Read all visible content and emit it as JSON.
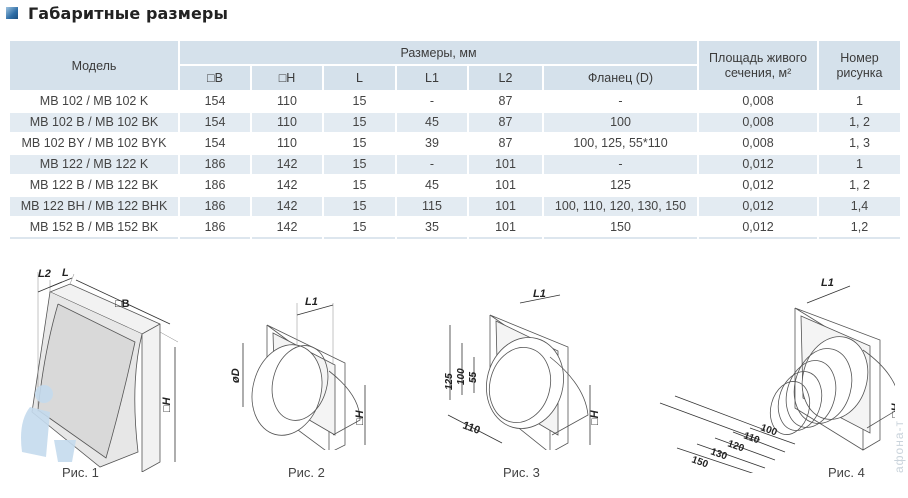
{
  "heading": {
    "icon": "blue-square-bullet-icon",
    "title": "Габаритные размеры"
  },
  "table": {
    "header": {
      "model": "Модель",
      "dimensions_group": "Размеры, мм",
      "columns": [
        "□B",
        "□H",
        "L",
        "L1",
        "L2",
        "Фланец (D)"
      ],
      "area": "Площадь живого сечения, м²",
      "figure": "Номер рисунка"
    },
    "rows": [
      {
        "model": "MB 102 / MB 102 K",
        "B": "154",
        "H": "110",
        "L": "15",
        "L1": "-",
        "L2": "87",
        "flange": "-",
        "area": "0,008",
        "figure": "1"
      },
      {
        "model": "MB 102 B / MB 102 BK",
        "B": "154",
        "H": "110",
        "L": "15",
        "L1": "45",
        "L2": "87",
        "flange": "100",
        "area": "0,008",
        "figure": "1, 2"
      },
      {
        "model": "MB 102 BY / MB 102 BYK",
        "B": "154",
        "H": "110",
        "L": "15",
        "L1": "39",
        "L2": "87",
        "flange": "100, 125, 55*110",
        "area": "0,008",
        "figure": "1, 3"
      },
      {
        "model": "MB 122 / MB 122 K",
        "B": "186",
        "H": "142",
        "L": "15",
        "L1": "-",
        "L2": "101",
        "flange": "-",
        "area": "0,012",
        "figure": "1"
      },
      {
        "model": "MB 122 B / MB 122 BK",
        "B": "186",
        "H": "142",
        "L": "15",
        "L1": "45",
        "L2": "101",
        "flange": "125",
        "area": "0,012",
        "figure": "1, 2"
      },
      {
        "model": "MB 122 BH / MB 122 BHK",
        "B": "186",
        "H": "142",
        "L": "15",
        "L1": "115",
        "L2": "101",
        "flange": "100, 110, 120, 130, 150",
        "area": "0,012",
        "figure": "1,4"
      },
      {
        "model": "MB 152 B / MB 152 BK",
        "B": "186",
        "H": "142",
        "L": "15",
        "L1": "35",
        "L2": "101",
        "flange": "150",
        "area": "0,012",
        "figure": "1,2"
      }
    ]
  },
  "figures": [
    {
      "caption": "Рис. 1",
      "labels": [
        "L2",
        "L",
        "□B",
        "□H"
      ]
    },
    {
      "caption": "Рис. 2",
      "labels": [
        "L1",
        "øD",
        "□H"
      ]
    },
    {
      "caption": "Рис. 3",
      "labels": [
        "L1",
        "125",
        "100",
        "55",
        "110",
        "□H"
      ]
    },
    {
      "caption": "Рис. 4",
      "labels": [
        "L1",
        "100",
        "110",
        "120",
        "130",
        "150",
        "□H"
      ]
    }
  ],
  "watermark": "афона-т"
}
